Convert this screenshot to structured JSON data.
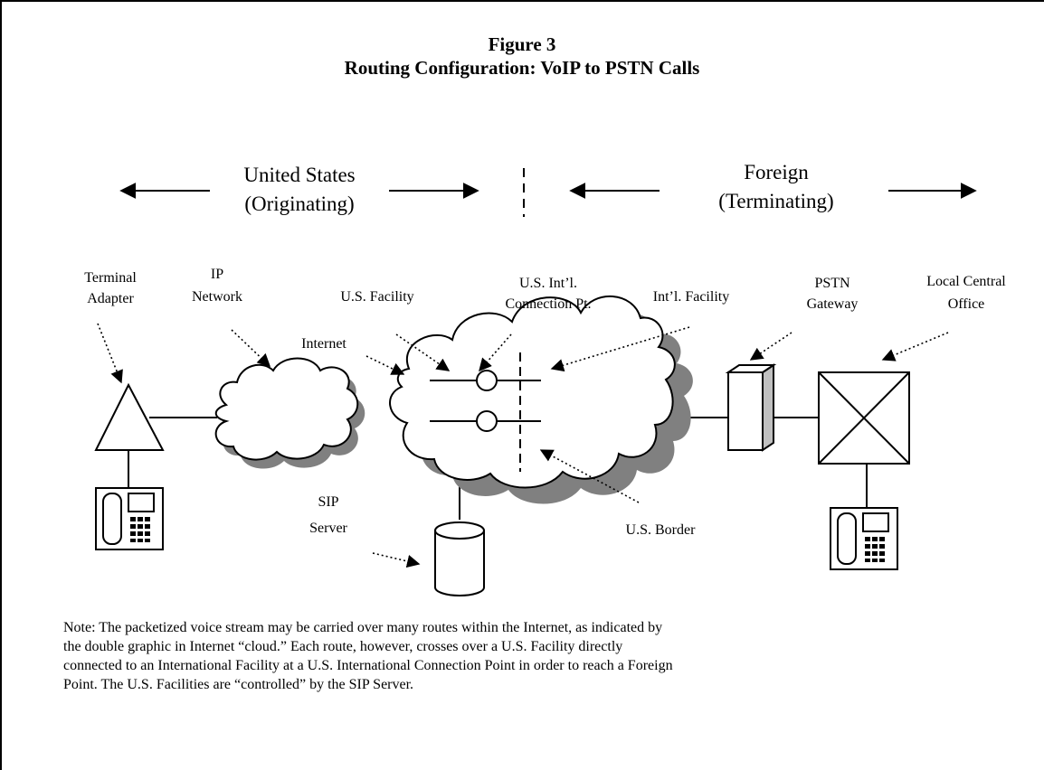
{
  "figure": {
    "title": "Figure 3",
    "subtitle": "Routing Configuration: VoIP to PSTN Calls"
  },
  "regions": {
    "us_line1": "United States",
    "us_line2": "(Originating)",
    "foreign_line1": "Foreign",
    "foreign_line2": "(Terminating)"
  },
  "labels": {
    "terminal_adapter_1": "Terminal",
    "terminal_adapter_2": "Adapter",
    "ip_network_1": "IP",
    "ip_network_2": "Network",
    "us_facility": "U.S. Facility",
    "connection_pt_1": "U.S. Int’l.",
    "connection_pt_2": "Connection Pt.",
    "intl_facility": "Int’l. Facility",
    "pstn_gateway_1": "PSTN",
    "pstn_gateway_2": "Gateway",
    "local_office_1": "Local Central",
    "local_office_2": "Office",
    "internet": "Internet",
    "sip_server_1": "SIP",
    "sip_server_2": "Server",
    "us_border": "U.S. Border"
  },
  "note": "Note:  The packetized voice stream may be carried over many routes within the Internet, as indicated by\nthe double graphic in Internet “cloud.”  Each route, however, crosses over a U.S. Facility directly\nconnected to an International Facility at a U.S. International Connection Point in order to reach a Foreign\nPoint.  The U.S. Facilities are “controlled” by the SIP Server."
}
